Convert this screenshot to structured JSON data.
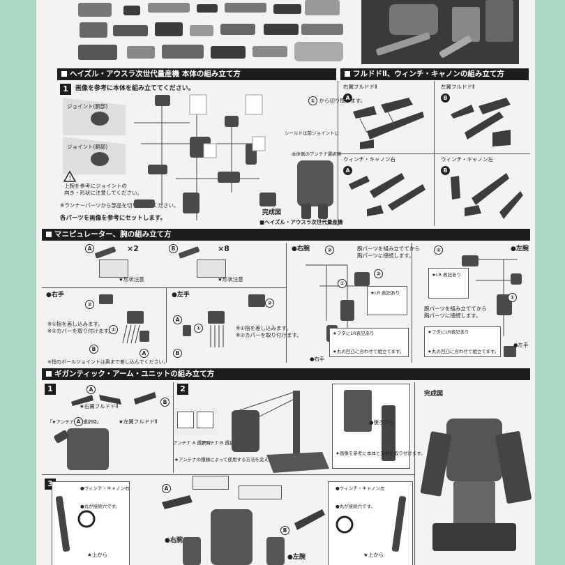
{
  "sections": {
    "body_assembly": {
      "title": "ヘイズル・アウスラ次世代量産機 本体の組み立て方",
      "step": "1"
    },
    "fulldo": {
      "title": "フルドドⅡ、ウィンチ・キャノンの組み立て方"
    },
    "manipulator": {
      "title": "マニピュレーター、腕の組み立て方"
    },
    "gigantic": {
      "title": "ギガンティック・アーム・ユニットの組み立て方",
      "steps": [
        "1",
        "2",
        "3"
      ]
    }
  },
  "body": {
    "instruction": "画像を参考に本体を組み立ててください。",
    "joint1": "ジョイント(胴部)",
    "joint2": "ジョイント(胴部)",
    "joint_note1": "上腕を参考にジョイントの",
    "joint_note2": "向き・形状に注意してください。",
    "runner_note": "※ランナーパーツから部品を切り取ってください。",
    "set_note": "各パーツを画像を参考にセットします。",
    "cut_note": "から切り取ります。",
    "shield_note": "シールドは前ジョイントに",
    "antenna_note": "本体側のアンテナ選択時",
    "complete_label": "完成図",
    "complete_caption": "ヘイズル・アウスラ次世代量産機"
  },
  "fulldo": {
    "right_wing": "右翼フルドドⅡ",
    "left_wing": "左翼フルドドⅡ",
    "winch_right": "ウィンチ・キャノン右",
    "winch_left": "ウィンチ・キャノン左"
  },
  "manip": {
    "a_count": "×2",
    "b_count": "×8",
    "shape_note": "形状注意",
    "right_hand": "右手",
    "left_hand": "左手",
    "finger_note1": "指を差し込みます。",
    "finger_note2": "カバーを取り付けます。",
    "finger_note3": "カバーを取り付けます。",
    "ball_note": "指のボールジョイントは奥まで差し込んでください。",
    "right_arm": "右腕",
    "left_arm": "左腕",
    "arm_note1": "腕パーツを組み立ててから",
    "arm_note2": "胸パーツに接続します。",
    "arm_note3": "腕パーツを組み立ててから",
    "arm_note4": "胸パーツに接続します。",
    "lr_mark": "LR 表記あり",
    "lid_note": "フタにLR表記あり",
    "align_note": "丸の凹凸に合わせて組立てます。",
    "right_small": "右手",
    "left_small": "左手"
  },
  "gigantic": {
    "right_wing": "右翼フルドドⅡ",
    "left_wing": "左翼フルドドⅡ",
    "antenna_a": "アンテナ A 選択時",
    "antenna_a2": "アンテナ A 選択時",
    "antenna_b": "アンテナ B 選択時",
    "antenna_note": "アンテナの種類によって使用する方法を変えます。",
    "from_back": "後ろから",
    "stand_note": "画像を参考に本体と支柱を取り付けます。",
    "complete_label": "完成図",
    "winch_right": "ウィンチ・キャノン右",
    "winch_left": "ウィンチ・キャノン左",
    "circle_note": "丸が接続穴です。",
    "from_above": "上から",
    "right_arm": "右腕",
    "left_arm": "左腕"
  },
  "labels": {
    "A": "A",
    "B": "B",
    "c1": "①",
    "c2": "②",
    "c3": "③"
  }
}
